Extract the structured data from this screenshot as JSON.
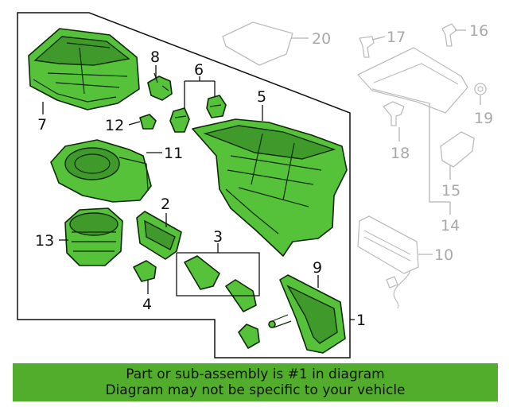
{
  "banner": {
    "line1": "Part or sub-assembly is #1 in diagram",
    "line2": "Diagram may not be specific to your vehicle"
  },
  "callouts": {
    "c1": "1",
    "c2": "2",
    "c3": "3",
    "c4": "4",
    "c5": "5",
    "c6": "6",
    "c7": "7",
    "c8": "8",
    "c9": "9",
    "c10": "10",
    "c11": "11",
    "c12": "12",
    "c13": "13",
    "c14": "14",
    "c15": "15",
    "c16": "16",
    "c17": "17",
    "c18": "18",
    "c19": "19",
    "c20": "20"
  },
  "colors": {
    "highlight": "#55c23a",
    "banner": "#52ad2c",
    "ghost": "#bdbdbd"
  }
}
